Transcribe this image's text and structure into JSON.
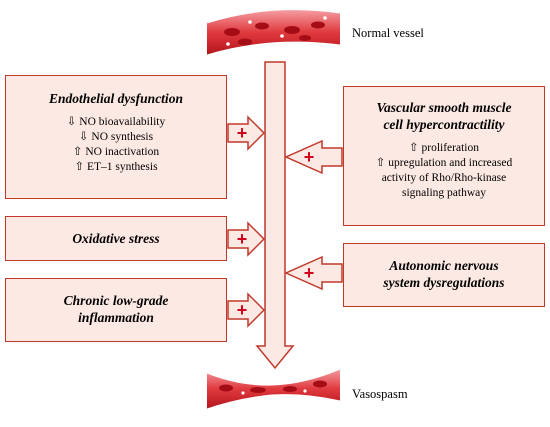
{
  "normal_vessel_label": "Normal vessel",
  "vasospasm_label": "Vasospasm",
  "endothelial": {
    "title": "Endothelial dysfunction",
    "items": [
      "⇩ NO bioavailability",
      "⇩ NO synthesis",
      "⇧ NO inactivation",
      "⇧ ET–1 synthesis"
    ]
  },
  "oxidative": {
    "title": "Oxidative stress"
  },
  "inflammation": {
    "title_line1": "Chronic low-grade",
    "title_line2": "inflammation"
  },
  "vsmc": {
    "title_line1": "Vascular smooth muscle",
    "title_line2": "cell hypercontractility",
    "items": [
      "⇧ proliferation",
      "⇧ upregulation and increased",
      "activity  of Rho/Rho-kinase",
      "signaling pathway"
    ]
  },
  "autonomic": {
    "title_line1": "Autonomic nervous",
    "title_line2": "system dysregulations"
  },
  "plus_sign": "+",
  "colors": {
    "border": "#c0392b",
    "fill": "#fde9e4",
    "vessel": "#d7263d",
    "plus": "#d0021b"
  }
}
